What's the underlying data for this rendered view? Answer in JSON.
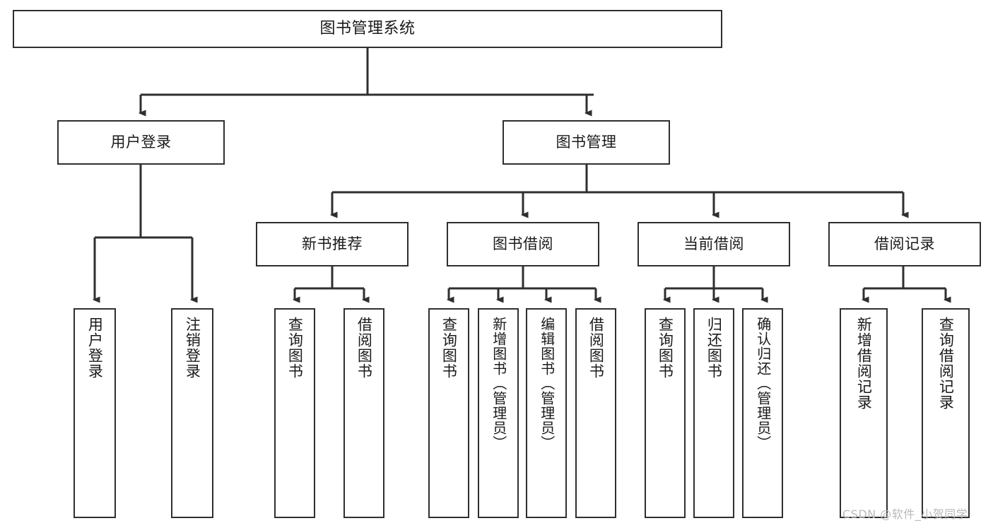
{
  "diagram": {
    "title": "图书管理系统",
    "type": "hierarchy-tree",
    "root": {
      "label": "图书管理系统"
    },
    "level2": [
      {
        "label": "用户登录"
      },
      {
        "label": "图书管理"
      }
    ],
    "level3": [
      {
        "label": "新书推荐"
      },
      {
        "label": "图书借阅"
      },
      {
        "label": "当前借阅"
      },
      {
        "label": "借阅记录"
      }
    ],
    "leaves": {
      "user_login": [
        {
          "label": "用户登录"
        },
        {
          "label": "注销登录"
        }
      ],
      "new_book_recommend": [
        {
          "label": "查询图书"
        },
        {
          "label": "借阅图书"
        }
      ],
      "book_borrow": [
        {
          "label": "查询图书"
        },
        {
          "label": "新增图书（管理员）"
        },
        {
          "label": "编辑图书（管理员）"
        },
        {
          "label": "借阅图书"
        }
      ],
      "current_borrow": [
        {
          "label": "查询图书"
        },
        {
          "label": "归还图书"
        },
        {
          "label": "确认归还（管理员）"
        }
      ],
      "borrow_record": [
        {
          "label": "新增借阅记录"
        },
        {
          "label": "查询借阅记录"
        }
      ]
    }
  },
  "watermark": {
    "text": "CSDN @软件_小贺同学"
  },
  "colors": {
    "stroke": "#2f2f2f",
    "background": "#ffffff",
    "text": "#1a1a1a",
    "watermark": "#b9b9b9"
  }
}
